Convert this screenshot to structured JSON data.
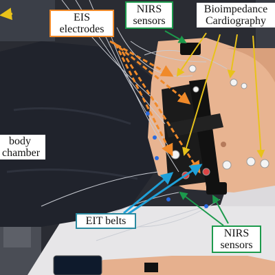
{
  "labels": {
    "eis": {
      "line1": "EIS",
      "line2": "electrodes",
      "color": "#f08a2a"
    },
    "nirs_top": {
      "line1": "NIRS",
      "line2": "sensors",
      "color": "#1c9a4c"
    },
    "bioimpedance": {
      "line1": "Bioimpedance",
      "line2": "Cardiography",
      "color": "#e8c21a"
    },
    "body_chamber": {
      "line1": "body",
      "line2": "chamber"
    },
    "eit_belts": {
      "line1": "EIT belts",
      "color": "#2a8aa0"
    },
    "nirs_bottom": {
      "line1": "NIRS",
      "line2": "sensors",
      "color": "#1c9a4c"
    }
  },
  "colors": {
    "orange_arrow": "#f08a2a",
    "yellow_arrow": "#e8c21a",
    "green_arrow": "#1c9a4c",
    "blue_arrow": "#1fa0d8",
    "skin": "#e8b491",
    "chamber": "#20232c",
    "belt": "#1b1b1b",
    "sheet": "#e7e6e8"
  }
}
